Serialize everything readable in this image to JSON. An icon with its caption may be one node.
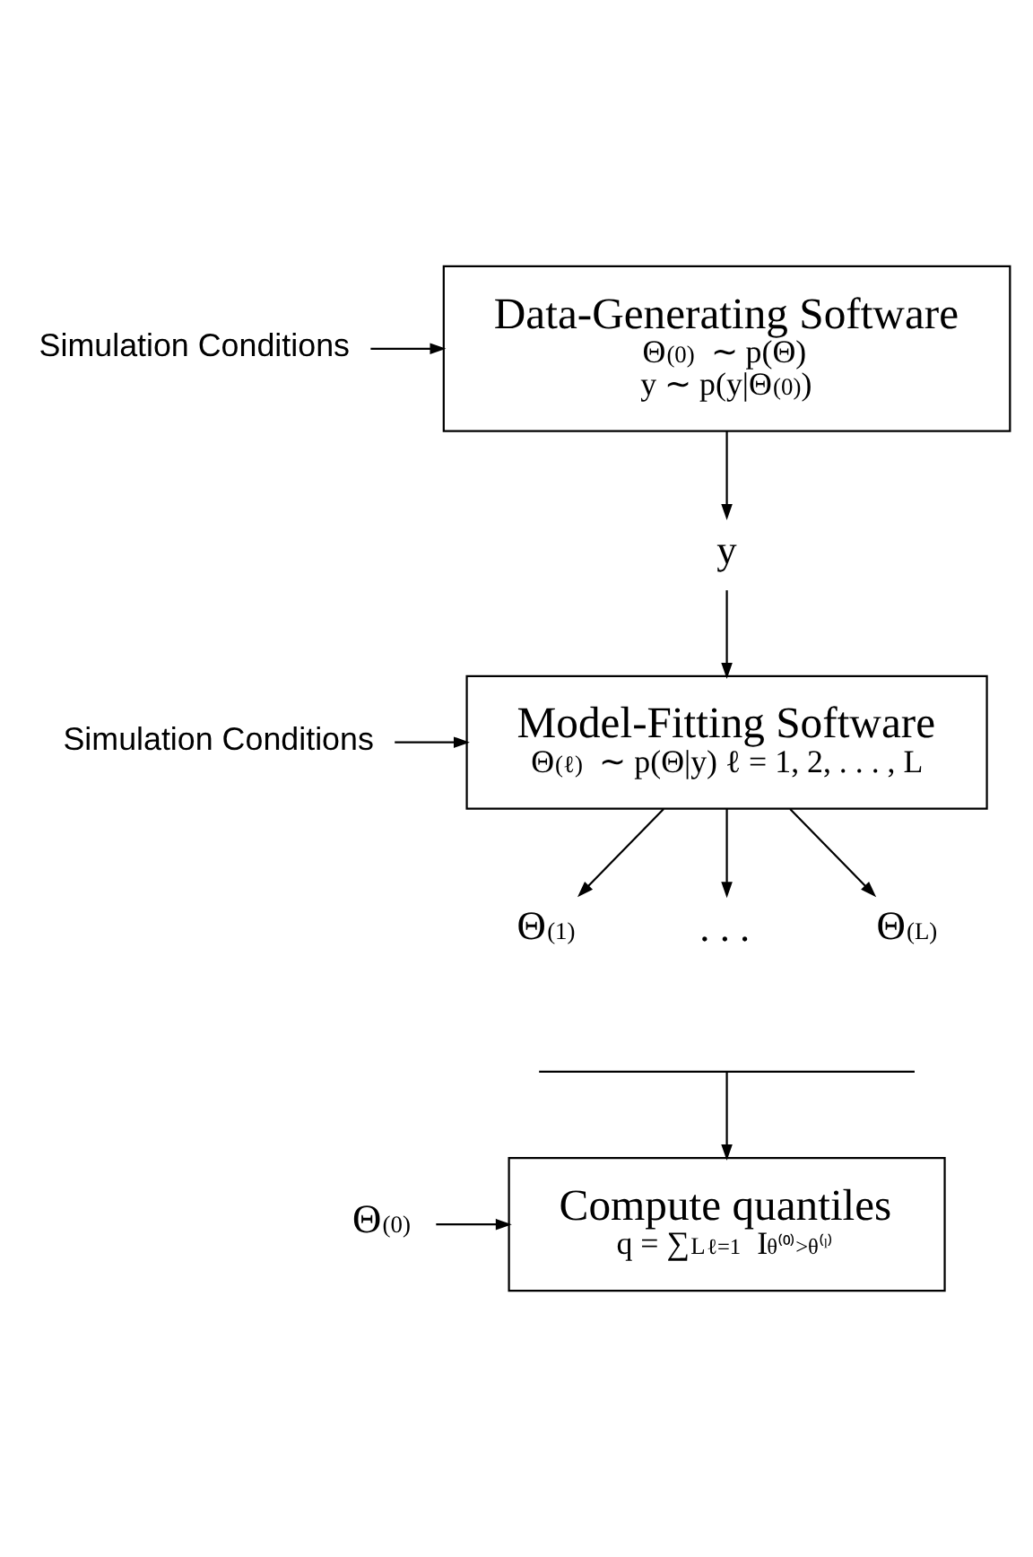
{
  "diagram": {
    "nodes": [
      {
        "text": [
          "Simulation Conditions"
        ]
      },
      {
        "text": [
          "Data-Generating Software",
          "Θ$^{(0)}$ ∼ p(Θ)",
          "y ∼ p(y|Θ$^{(0)}$)"
        ]
      },
      {
        "text": [
          "y"
        ]
      },
      {
        "text": [
          "Simulation Conditions"
        ]
      },
      {
        "text": [
          "Model-Fitting Software",
          "Θ$^{(ℓ)}$ ∼ p(Θ|y) ℓ = 1, 2, . . . , L"
        ]
      },
      {
        "text": [
          "Θ$^{(1)}$"
        ]
      },
      {
        "text": [
          ". . ."
        ]
      },
      {
        "text": [
          "Θ$^{(L)}$"
        ]
      },
      {
        "text": [],
        "shape": "brace"
      },
      {
        "text": [
          "Θ$^{(0)}$"
        ]
      },
      {
        "text": [
          "Compute quantiles",
          "q = ∑$^{L}$$_{ℓ=1}$ I$_{θ⁽⁰⁾>θ⁽ˡ⁾}$"
        ]
      }
    ],
    "edges": [
      {
        "from": 0,
        "to": 1,
        "arrow": "to"
      },
      {
        "from": 1,
        "to": 2,
        "arrow": "to"
      },
      {
        "from": 2,
        "to": 4,
        "arrow": "to"
      },
      {
        "from": 3,
        "to": 4,
        "arrow": "to"
      },
      {
        "from": 4,
        "to": 5,
        "arrow": "to"
      },
      {
        "from": 4,
        "to": 6,
        "arrow": "to"
      },
      {
        "from": 4,
        "to": 7,
        "arrow": "to"
      },
      {
        "from": 8,
        "to": 10,
        "arrow": "to"
      },
      {
        "from": 9,
        "to": 10,
        "arrow": "to"
      }
    ]
  }
}
